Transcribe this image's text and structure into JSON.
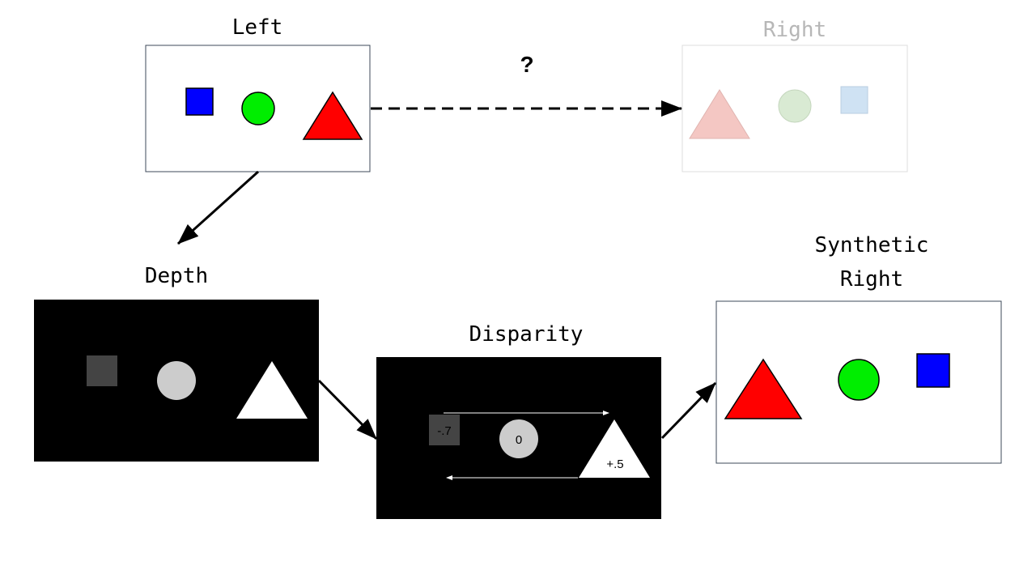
{
  "labels": {
    "left": "Left",
    "right": "Right",
    "question": "?",
    "depth": "Depth",
    "disparity": "Disparity",
    "synthetic_line1": "Synthetic",
    "synthetic_line2": "Right"
  },
  "disparity_values": {
    "square": "-.7",
    "circle": "0",
    "triangle": "+.5"
  },
  "colors": {
    "red": "#ff0000",
    "green": "#00ee00",
    "blue": "#0000ff",
    "faded_red": "#f4c7c3",
    "faded_green": "#d9ead3",
    "faded_blue": "#cfe2f3",
    "depth_square": "#444444",
    "depth_circle": "#cccccc",
    "depth_triangle": "#ffffff"
  }
}
